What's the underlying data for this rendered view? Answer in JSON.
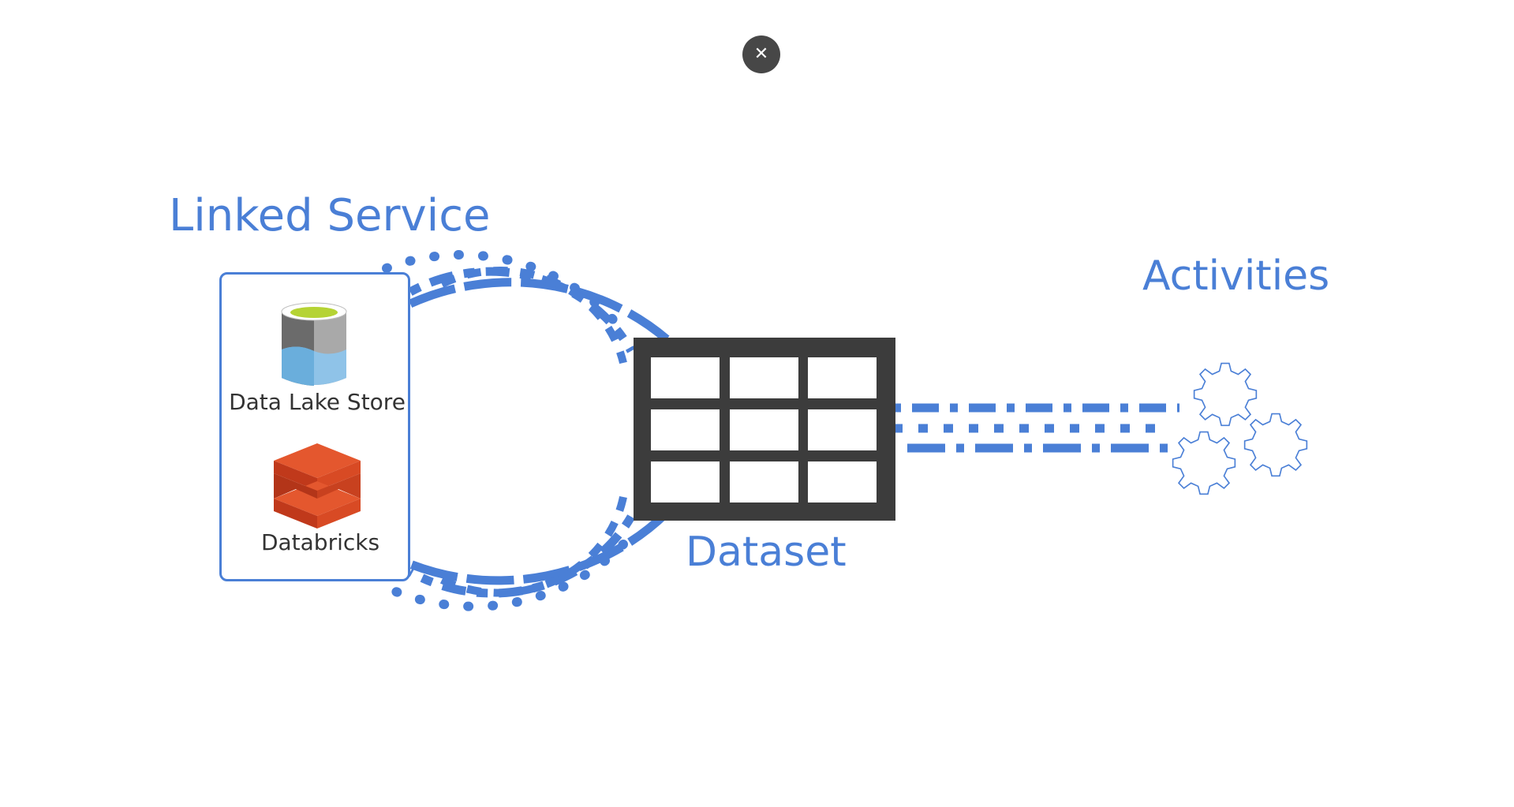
{
  "close_button": {
    "icon": "close-icon",
    "glyph": "✕"
  },
  "labels": {
    "linked_service": "Linked Service",
    "activities": "Activities",
    "dataset": "Dataset"
  },
  "linked_services": [
    {
      "name": "Data Lake Store",
      "icon": "data-lake-store-icon"
    },
    {
      "name": "Databricks",
      "icon": "databricks-icon"
    }
  ],
  "dataset_icon": "table-grid-icon",
  "activities_icon": "gears-icon",
  "colors": {
    "accent": "#4a7fd6",
    "dark": "#3c3c3c",
    "close_bg": "#474747",
    "databricks_orange": "#e4572e",
    "lake_green": "#b5d334",
    "lake_water": "#8fc3e8"
  }
}
